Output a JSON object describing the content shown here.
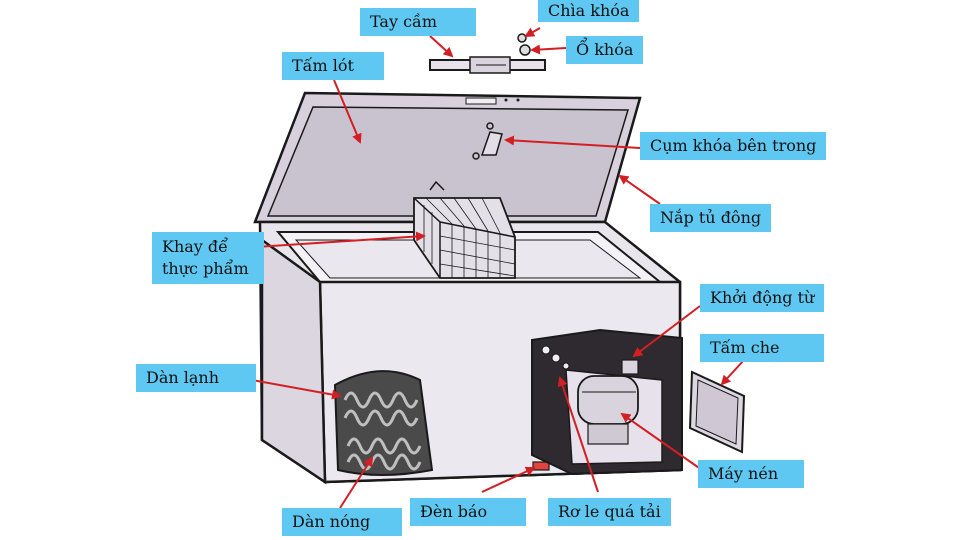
{
  "labels": {
    "tay_cam": "Tay cầm",
    "chia_khoa": "Chìa khóa",
    "o_khoa": "Ổ khóa",
    "tam_lot": "Tấm lót",
    "cum_khoa": "Cụm khóa bên trong",
    "nap_tu_dong": "Nắp tủ đông",
    "khay_line1": "Khay để",
    "khay_line2": "thực phẩm",
    "khoi_dong_tu": "Khởi động từ",
    "tam_che": "Tấm che",
    "dan_lanh": "Dàn lạnh",
    "may_nen": "Máy nén",
    "dan_nong": "Dàn nóng",
    "den_bao": "Đèn báo",
    "ro_le": "Rơ le quá tải"
  },
  "colors": {
    "label_bg": "#5fc8f2",
    "arrow": "#d21f24",
    "outline": "#1a1a1a",
    "body_fill": "#e9e5ec",
    "lid_fill": "#d9d2dc",
    "coil": "#2b2b2b"
  }
}
